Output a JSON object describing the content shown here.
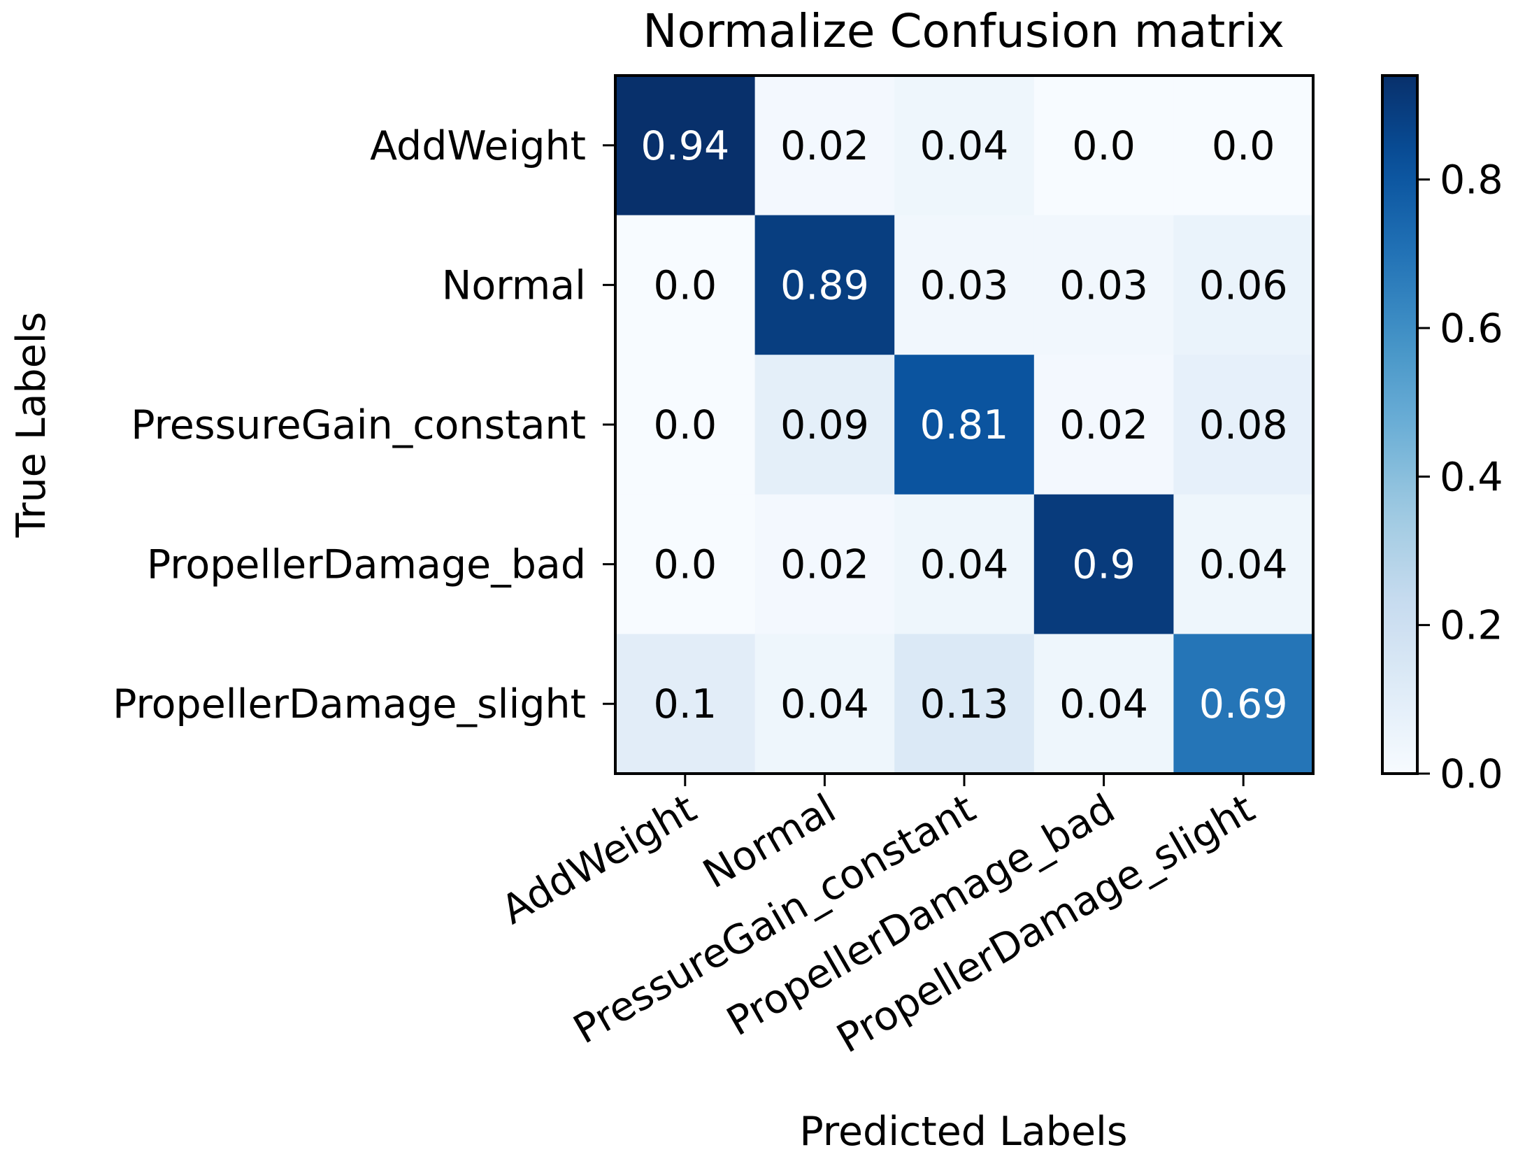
{
  "chart_data": {
    "type": "heatmap",
    "title": "Normalize Confusion matrix",
    "xlabel": "Predicted Labels",
    "ylabel": "True Labels",
    "x_categories": [
      "AddWeight",
      "Normal",
      "PressureGain_constant",
      "PropellerDamage_bad",
      "PropellerDamage_slight"
    ],
    "y_categories": [
      "AddWeight",
      "Normal",
      "PressureGain_constant",
      "PropellerDamage_bad",
      "PropellerDamage_slight"
    ],
    "values": [
      [
        0.94,
        0.02,
        0.04,
        0.0,
        0.0
      ],
      [
        0.0,
        0.89,
        0.03,
        0.03,
        0.06
      ],
      [
        0.0,
        0.09,
        0.81,
        0.02,
        0.08
      ],
      [
        0.0,
        0.02,
        0.04,
        0.9,
        0.04
      ],
      [
        0.1,
        0.04,
        0.13,
        0.04,
        0.69
      ]
    ],
    "cell_labels": [
      [
        "0.94",
        "0.02",
        "0.04",
        "0.0",
        "0.0"
      ],
      [
        "0.0",
        "0.89",
        "0.03",
        "0.03",
        "0.06"
      ],
      [
        "0.0",
        "0.09",
        "0.81",
        "0.02",
        "0.08"
      ],
      [
        "0.0",
        "0.02",
        "0.04",
        "0.9",
        "0.04"
      ],
      [
        "0.1",
        "0.04",
        "0.13",
        "0.04",
        "0.69"
      ]
    ],
    "colormap": "Blues",
    "color_range": [
      0,
      0.94
    ],
    "colorbar_ticks": [
      0.0,
      0.2,
      0.4,
      0.6,
      0.8
    ],
    "colorbar_tick_labels": [
      "0.0",
      "0.2",
      "0.4",
      "0.6",
      "0.8"
    ],
    "grid": false
  }
}
